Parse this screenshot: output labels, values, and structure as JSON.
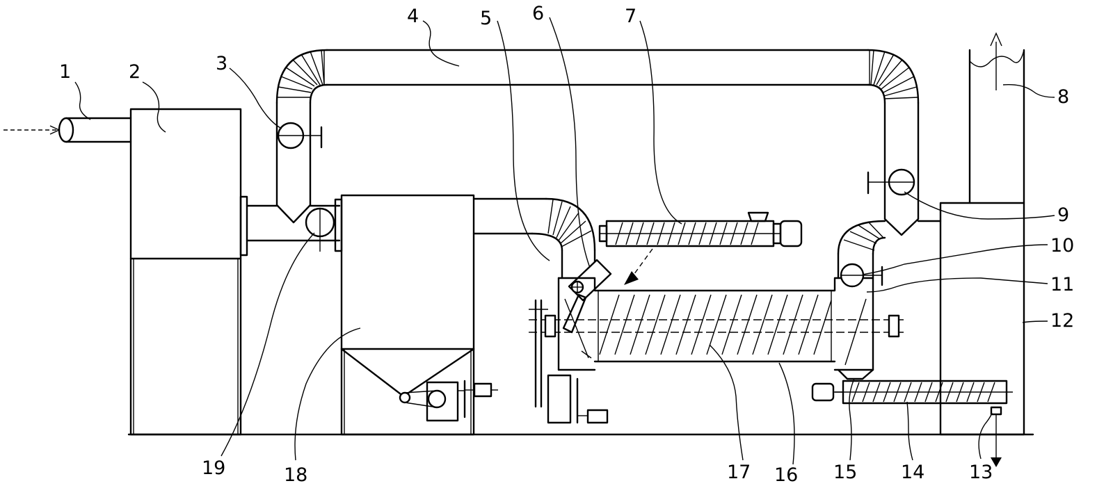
{
  "labels": [
    {
      "id": "1",
      "text": "1"
    },
    {
      "id": "2",
      "text": "2"
    },
    {
      "id": "3",
      "text": "3"
    },
    {
      "id": "4",
      "text": "4"
    },
    {
      "id": "5",
      "text": "5"
    },
    {
      "id": "6",
      "text": "6"
    },
    {
      "id": "7",
      "text": "7"
    },
    {
      "id": "8",
      "text": "8"
    },
    {
      "id": "9",
      "text": "9"
    },
    {
      "id": "10",
      "text": "10"
    },
    {
      "id": "11",
      "text": "11"
    },
    {
      "id": "12",
      "text": "12"
    },
    {
      "id": "13",
      "text": "13"
    },
    {
      "id": "14",
      "text": "14"
    },
    {
      "id": "15",
      "text": "15"
    },
    {
      "id": "16",
      "text": "16"
    },
    {
      "id": "17",
      "text": "17"
    },
    {
      "id": "18",
      "text": "18"
    },
    {
      "id": "19",
      "text": "19"
    }
  ]
}
